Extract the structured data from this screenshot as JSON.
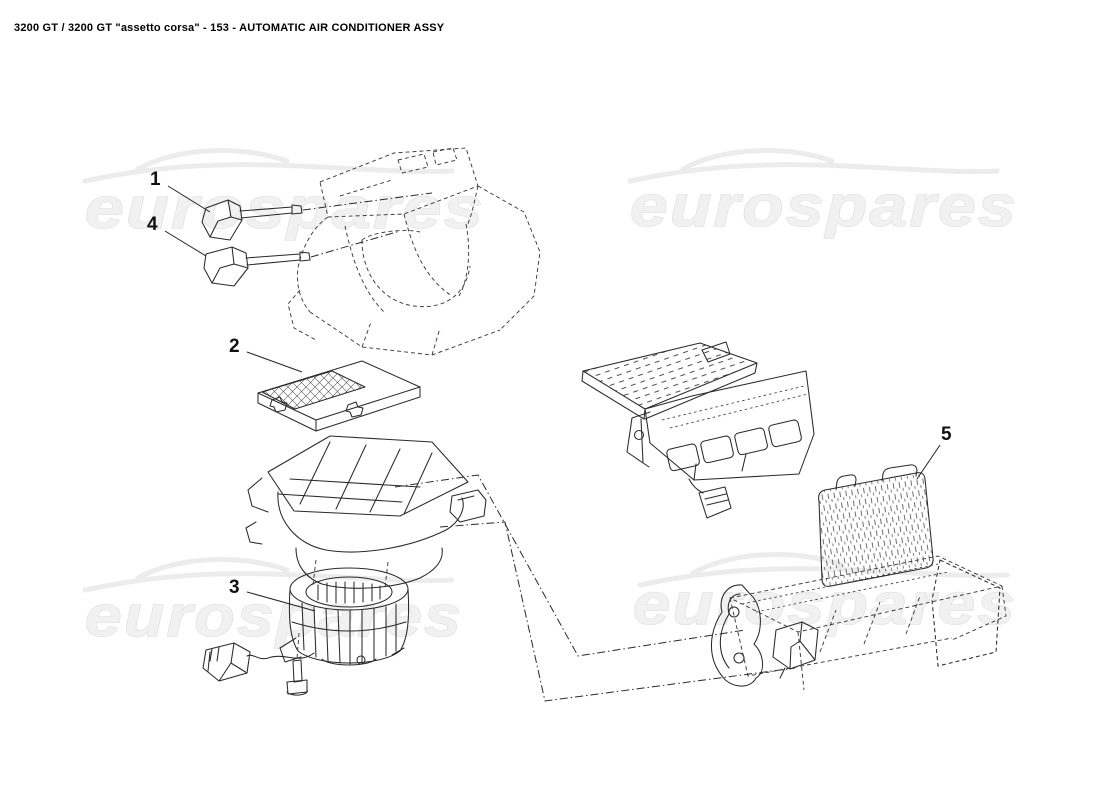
{
  "page": {
    "title": "3200 GT / 3200 GT \"assetto corsa\" - 153 - AUTOMATIC AIR CONDITIONER ASSY"
  },
  "watermark": {
    "text": "eurospares"
  },
  "callouts": [
    {
      "label": "1",
      "points_to": "upper-temperature-sensor"
    },
    {
      "label": "4",
      "points_to": "lower-temperature-sensor"
    },
    {
      "label": "2",
      "points_to": "cabin-air-filter"
    },
    {
      "label": "3",
      "points_to": "blower-motor"
    },
    {
      "label": "5",
      "points_to": "evaporator-core"
    }
  ],
  "colors": {
    "background": "#ffffff",
    "line": "#2a2a2a",
    "line_dash": "#3c3c3c",
    "watermark_fill": "#f1f1f1",
    "watermark_stroke": "#e0e0e0",
    "silhouette": "#ececec",
    "title_text": "#000000"
  }
}
